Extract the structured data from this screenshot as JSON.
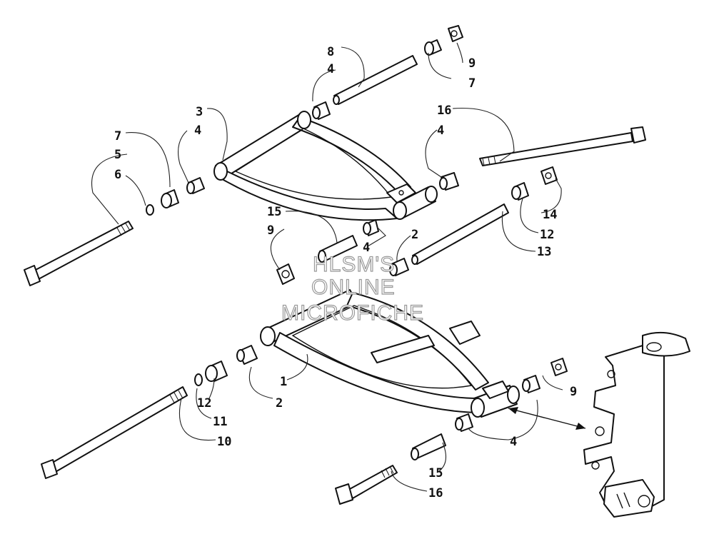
{
  "watermark": {
    "line1": "HLSM'S",
    "line2": "ONLINE",
    "line3": "MICROFICHE"
  },
  "callouts": {
    "c8": "8",
    "c4a": "4",
    "c9a": "9",
    "c7a": "7",
    "c3": "3",
    "c4b": "4",
    "c16a": "16",
    "c4c": "4",
    "c7b": "7",
    "c5": "5",
    "c6": "6",
    "c15a": "15",
    "c9b": "9",
    "c4d": "4",
    "c2a": "2",
    "c14": "14",
    "c12a": "12",
    "c13": "13",
    "c1": "1",
    "c2b": "2",
    "c12b": "12",
    "c11": "11",
    "c10": "10",
    "c9c": "9",
    "c4e": "4",
    "c15b": "15",
    "c16b": "16"
  },
  "colors": {
    "ink": "#111111",
    "watermark": "#999999",
    "paper": "#ffffff"
  }
}
